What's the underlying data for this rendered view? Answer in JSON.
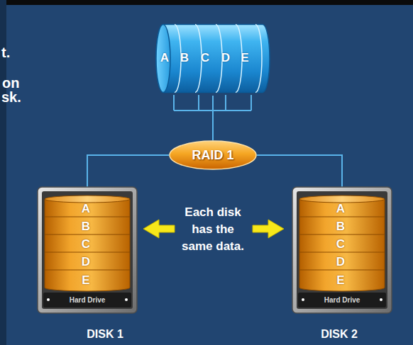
{
  "diagram": {
    "nodes": [
      {
        "text": [
          "A",
          "B",
          "C",
          "D",
          "E"
        ]
      },
      {
        "text": [
          "RAID 1"
        ]
      },
      {
        "text": [
          "A",
          "B",
          "C",
          "D",
          "E",
          "Hard Drive",
          "DISK 1"
        ]
      },
      {
        "text": [
          "A",
          "B",
          "C",
          "D",
          "E",
          "Hard Drive",
          "DISK 2"
        ]
      }
    ],
    "edges": [
      {
        "from": 0,
        "to": 1,
        "arrow": "none"
      },
      {
        "from": 1,
        "to": 2,
        "arrow": "none"
      },
      {
        "from": 1,
        "to": 3,
        "arrow": "none"
      }
    ],
    "labels": [
      "t.",
      "on",
      "sk.",
      "Each disk has the same data."
    ]
  }
}
